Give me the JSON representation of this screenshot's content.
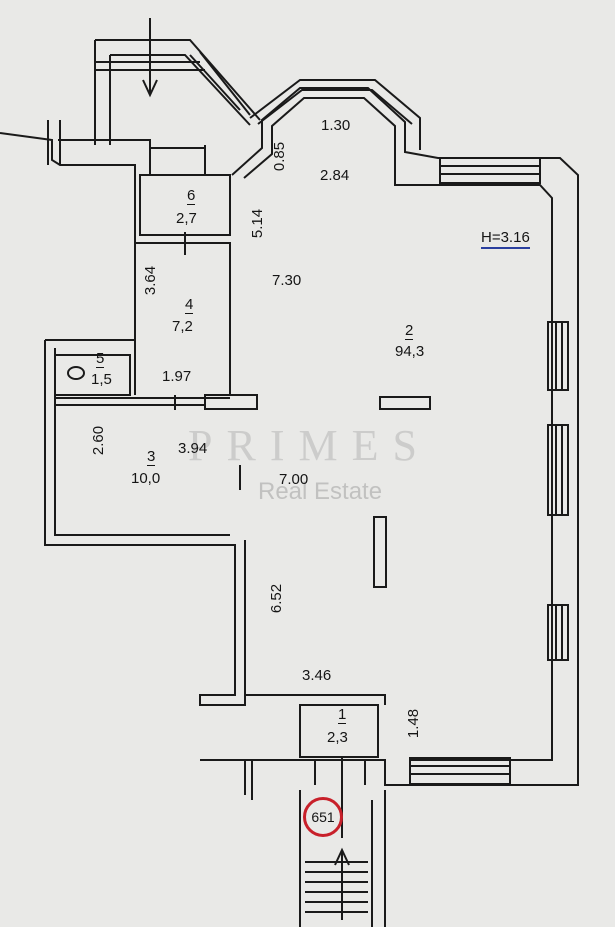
{
  "watermark": {
    "brand": "PRIMES",
    "sub": "Real Estate"
  },
  "height_label": "H=3.16",
  "inventory_number": "651",
  "rooms": [
    {
      "number": "1",
      "area": "2,3"
    },
    {
      "number": "2",
      "area": "94,3"
    },
    {
      "number": "3",
      "area": "10,0"
    },
    {
      "number": "4",
      "area": "7,2"
    },
    {
      "number": "5",
      "area": "1,5"
    },
    {
      "number": "6",
      "area": "2,7"
    }
  ],
  "dimensions": {
    "top_bay": "1.30",
    "bay_side": "0.85",
    "bay_depth": "2.84",
    "left_wall": "5.14",
    "hall_width": "7.30",
    "room4_height": "3.64",
    "room5_width": "1.97",
    "room3_height": "2.60",
    "room3_width": "3.94",
    "main_width": "7.00",
    "lower_left": "6.52",
    "entry_width": "3.46",
    "entry_depth": "1.48"
  }
}
